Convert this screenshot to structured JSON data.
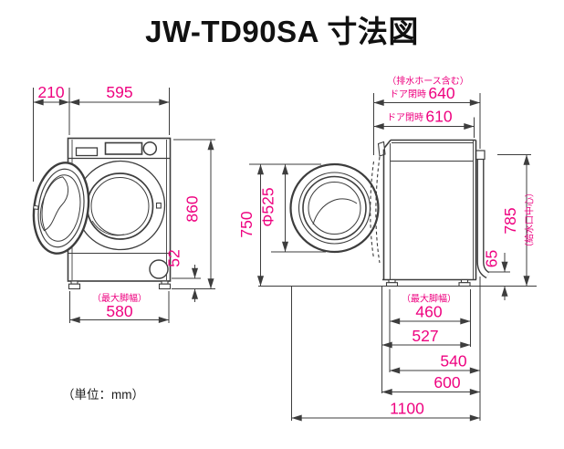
{
  "title": "JW-TD90SA 寸法図",
  "unit_note": "（単位：mm）",
  "colors": {
    "dimension_pink": "#ee0380",
    "line_gray": "#3d3d3d",
    "background": "#ffffff"
  },
  "front_view": {
    "door_protrusion": "210",
    "body_width": "595",
    "body_height": "860",
    "foot_height": "52",
    "max_foot_width_note": "（最大脚幅）",
    "max_foot_width": "580"
  },
  "side_view": {
    "incl_drain_hose_note": "（排水ホース含む）",
    "door_closed_label_1": "ドア閉時",
    "depth_with_hose": "640",
    "door_closed_label_2": "ドア閉時",
    "depth_door_closed": "610",
    "open_door_top_height": "750",
    "door_diameter": "Φ525",
    "water_inlet_center_height": "785",
    "water_inlet_center_note": "（給水口中心）",
    "drain_outlet_height": "65",
    "max_foot_depth_note": "（最大脚幅）",
    "max_foot_depth": "460",
    "body_depth": "527",
    "depth_540": "540",
    "depth_600": "600",
    "total_depth_door_open": "1100"
  }
}
